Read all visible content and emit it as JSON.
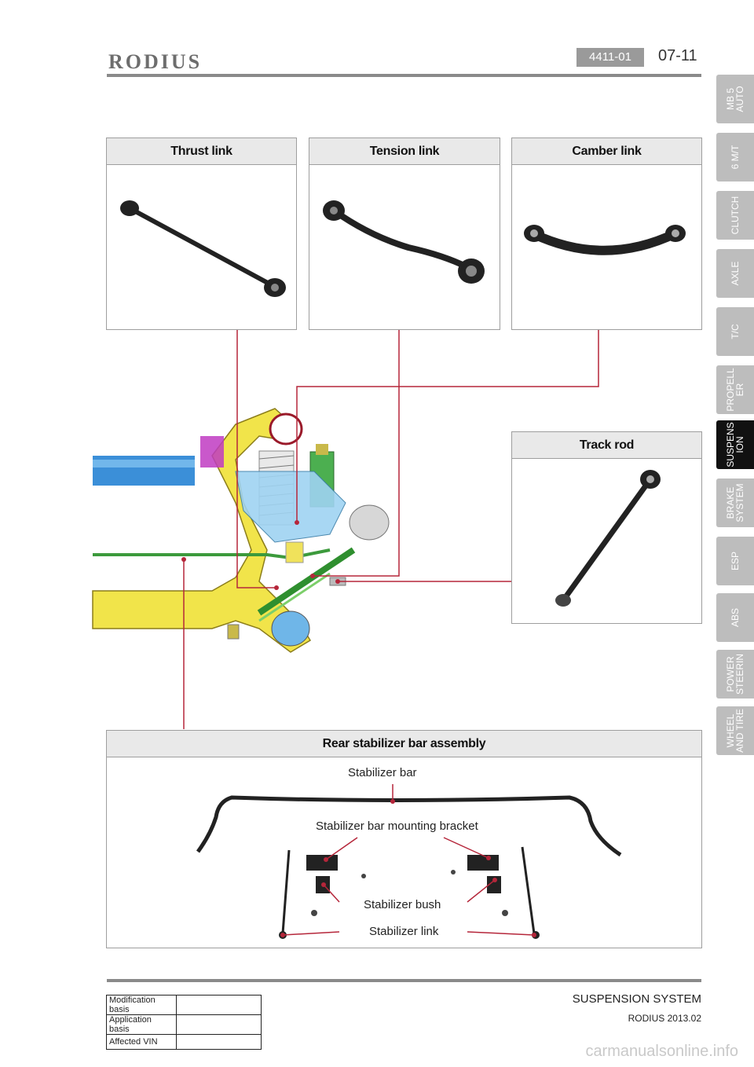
{
  "header": {
    "brand": "RODIUS",
    "doc_code": "4411-01",
    "page": "07-11"
  },
  "panels": {
    "thrust_link": "Thrust link",
    "tension_link": "Tension link",
    "camber_link": "Camber link",
    "track_rod": "Track rod",
    "stabilizer_assembly": "Rear stabilizer bar assembly"
  },
  "stabilizer_labels": {
    "bar": "Stabilizer bar",
    "bracket": "Stabilizer bar mounting bracket",
    "bush": "Stabilizer bush",
    "link": "Stabilizer link"
  },
  "tabs": [
    {
      "label": "MB 5\nAUTO",
      "active": false
    },
    {
      "label": "6 M/T",
      "active": false
    },
    {
      "label": "CLUTCH",
      "active": false
    },
    {
      "label": "AXLE",
      "active": false
    },
    {
      "label": "T/C",
      "active": false
    },
    {
      "label": "PROPELL\nER",
      "active": false
    },
    {
      "label": "SUSPENS\nION",
      "active": true
    },
    {
      "label": "BRAKE\nSYSTEM",
      "active": false
    },
    {
      "label": "ESP",
      "active": false
    },
    {
      "label": "ABS",
      "active": false
    },
    {
      "label": "POWER\nSTEERIN",
      "active": false
    },
    {
      "label": "WHEEL\nAND TIRE",
      "active": false
    }
  ],
  "revision_table": {
    "rows": [
      "Modification basis",
      "Application basis",
      "Affected VIN"
    ]
  },
  "footer": {
    "title": "SUSPENSION SYSTEM",
    "subtitle": "RODIUS 2013.02",
    "watermark": "carmanualsonline.info"
  },
  "colors": {
    "leader_line": "#b5263a",
    "active_tab": "#111111",
    "inactive_tab": "#bdbdbd"
  }
}
